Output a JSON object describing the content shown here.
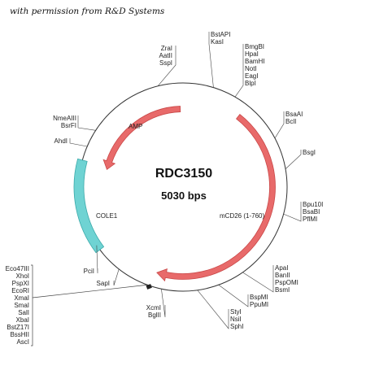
{
  "credit": "with permission from R&D Systems",
  "plasmid": {
    "name": "RDC3150",
    "size": "5030 bps"
  },
  "features": {
    "amp": {
      "label": "AMP",
      "color": "#e86a6a"
    },
    "cole1": {
      "label": "COLE1",
      "color": "#6fd3d3"
    },
    "mcd26": {
      "label": "mCD26 (1-760)",
      "color": "#e86a6a"
    }
  },
  "sites": {
    "top_left": [
      "ZraI",
      "AatII",
      "SspI"
    ],
    "top_right_1": [
      "BstAPI",
      "KasI"
    ],
    "top_right_2": [
      "BmgBI",
      "HpaI",
      "BamHI",
      "NotI",
      "EagI",
      "BlpI"
    ],
    "right_1": [
      "BsaAI",
      "BclI"
    ],
    "right_2": [
      "BsgI"
    ],
    "right_3": [
      "Bpu10I",
      "BsaBI",
      "PflMI"
    ],
    "bottom_right_1": [
      "ApaI",
      "BanII",
      "PspOMI",
      "BsmI"
    ],
    "bottom_right_2": [
      "BspMI",
      "PpuMI"
    ],
    "bottom_right_3": [
      "StyI",
      "NsiI",
      "SphI"
    ],
    "bottom_1": [
      "XcmI",
      "BglII"
    ],
    "bottom_left_1": [
      "SapI"
    ],
    "left_1": [
      "PciI"
    ],
    "left_2": [
      "AhdI"
    ],
    "left_3": [
      "NmeAIII",
      "BsrFI"
    ],
    "mcs": [
      "Eco47III",
      "XhoI",
      "PspXI",
      "EcoRI",
      "XmaI",
      "SmaI",
      "SalI",
      "XbaI",
      "BstZ17I",
      "BssHII",
      "AscI"
    ]
  }
}
